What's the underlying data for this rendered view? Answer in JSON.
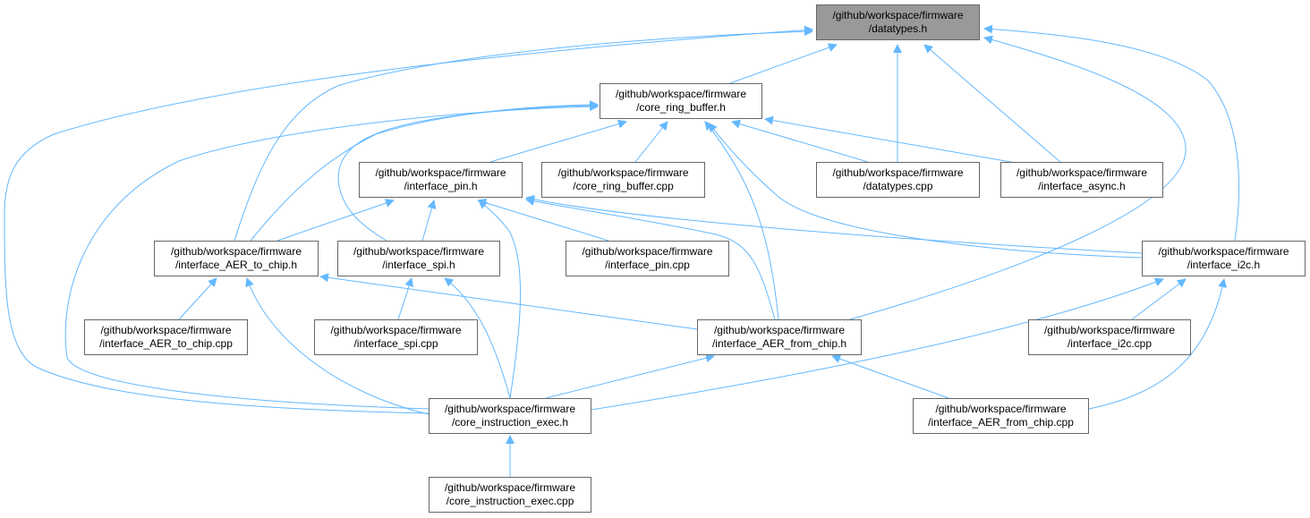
{
  "graph": {
    "edge_color": "#63b8ff",
    "root_fill": "#999999",
    "border_color": "#666666",
    "nodes": {
      "datatypes_h": {
        "line1": "/github/workspace/firmware",
        "line2": "/datatypes.h"
      },
      "core_ring_buffer_h": {
        "line1": "/github/workspace/firmware",
        "line2": "/core_ring_buffer.h"
      },
      "interface_pin_h": {
        "line1": "/github/workspace/firmware",
        "line2": "/interface_pin.h"
      },
      "core_ring_buffer_cpp": {
        "line1": "/github/workspace/firmware",
        "line2": "/core_ring_buffer.cpp"
      },
      "datatypes_cpp": {
        "line1": "/github/workspace/firmware",
        "line2": "/datatypes.cpp"
      },
      "interface_async_h": {
        "line1": "/github/workspace/firmware",
        "line2": "/interface_async.h"
      },
      "interface_AER_to_chip_h": {
        "line1": "/github/workspace/firmware",
        "line2": "/interface_AER_to_chip.h"
      },
      "interface_spi_h": {
        "line1": "/github/workspace/firmware",
        "line2": "/interface_spi.h"
      },
      "interface_pin_cpp": {
        "line1": "/github/workspace/firmware",
        "line2": "/interface_pin.cpp"
      },
      "interface_i2c_h": {
        "line1": "/github/workspace/firmware",
        "line2": "/interface_i2c.h"
      },
      "interface_AER_to_chip_cpp": {
        "line1": "/github/workspace/firmware",
        "line2": "/interface_AER_to_chip.cpp"
      },
      "interface_spi_cpp": {
        "line1": "/github/workspace/firmware",
        "line2": "/interface_spi.cpp"
      },
      "interface_AER_from_chip_h": {
        "line1": "/github/workspace/firmware",
        "line2": "/interface_AER_from_chip.h"
      },
      "interface_i2c_cpp": {
        "line1": "/github/workspace/firmware",
        "line2": "/interface_i2c.cpp"
      },
      "core_instruction_exec_h": {
        "line1": "/github/workspace/firmware",
        "line2": "/core_instruction_exec.h"
      },
      "interface_AER_from_chip_cpp": {
        "line1": "/github/workspace/firmware",
        "line2": "/interface_AER_from_chip.cpp"
      },
      "core_instruction_exec_cpp": {
        "line1": "/github/workspace/firmware",
        "line2": "/core_instruction_exec.cpp"
      }
    }
  }
}
